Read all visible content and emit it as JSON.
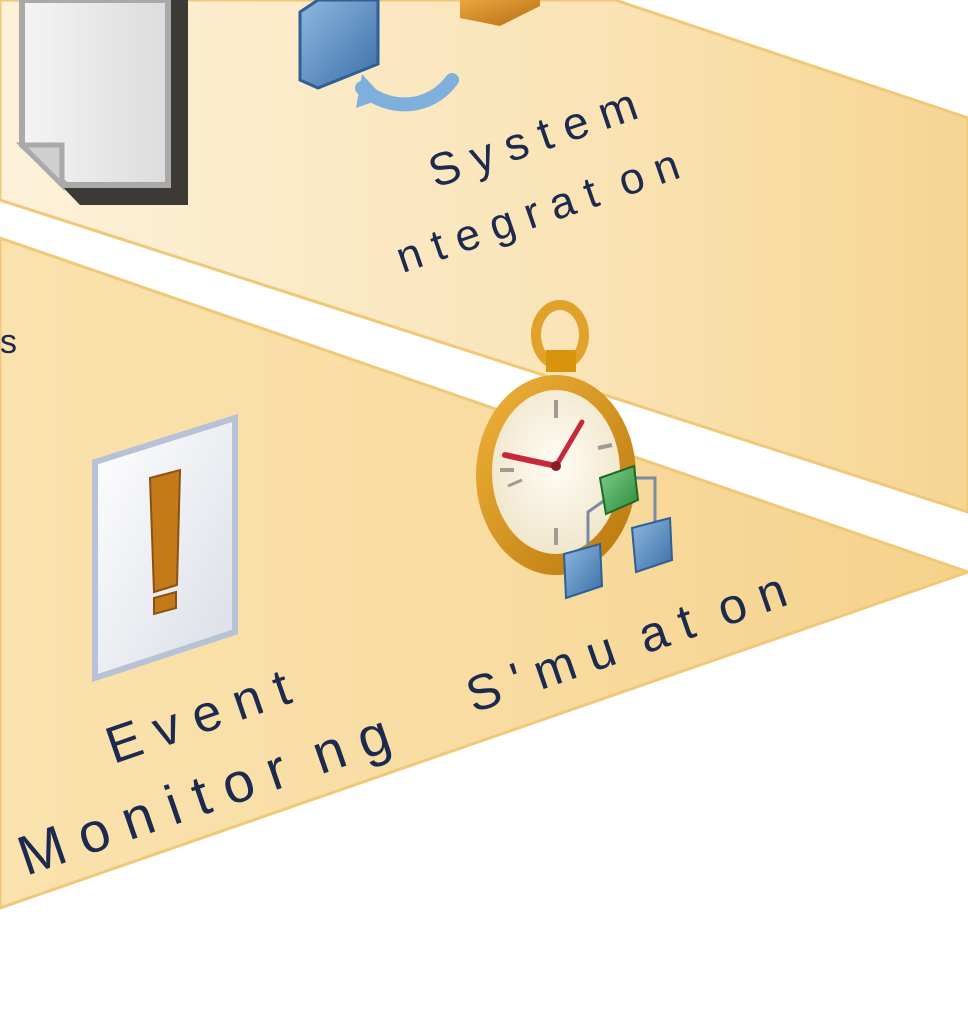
{
  "diagram": {
    "upper_panel": {
      "label_line1": "S y s t e m",
      "label_line2": "n t e g r a t  o n",
      "icon": "process-loop-icon"
    },
    "lower_panel": {
      "edge_label": "s",
      "event_line1": "E v e n t",
      "event_line2": "M o n i t o r  n g",
      "event_icon": "exclamation-icon",
      "sim_label": "S ' m u  a t  o n",
      "sim_icon": "stopwatch-network-icon"
    },
    "document_icon": "document-page-icon",
    "colors": {
      "panel_light": "#fdf0d6",
      "panel_dark": "#f7d896",
      "panel_border": "#f0c878",
      "text": "#1b2a4e",
      "blue_node": "#4a7fb8",
      "orange_node": "#d48a1e",
      "green_node": "#3aa34a",
      "clock_rim": "#d9940f",
      "clock_hand": "#c8283a"
    }
  }
}
